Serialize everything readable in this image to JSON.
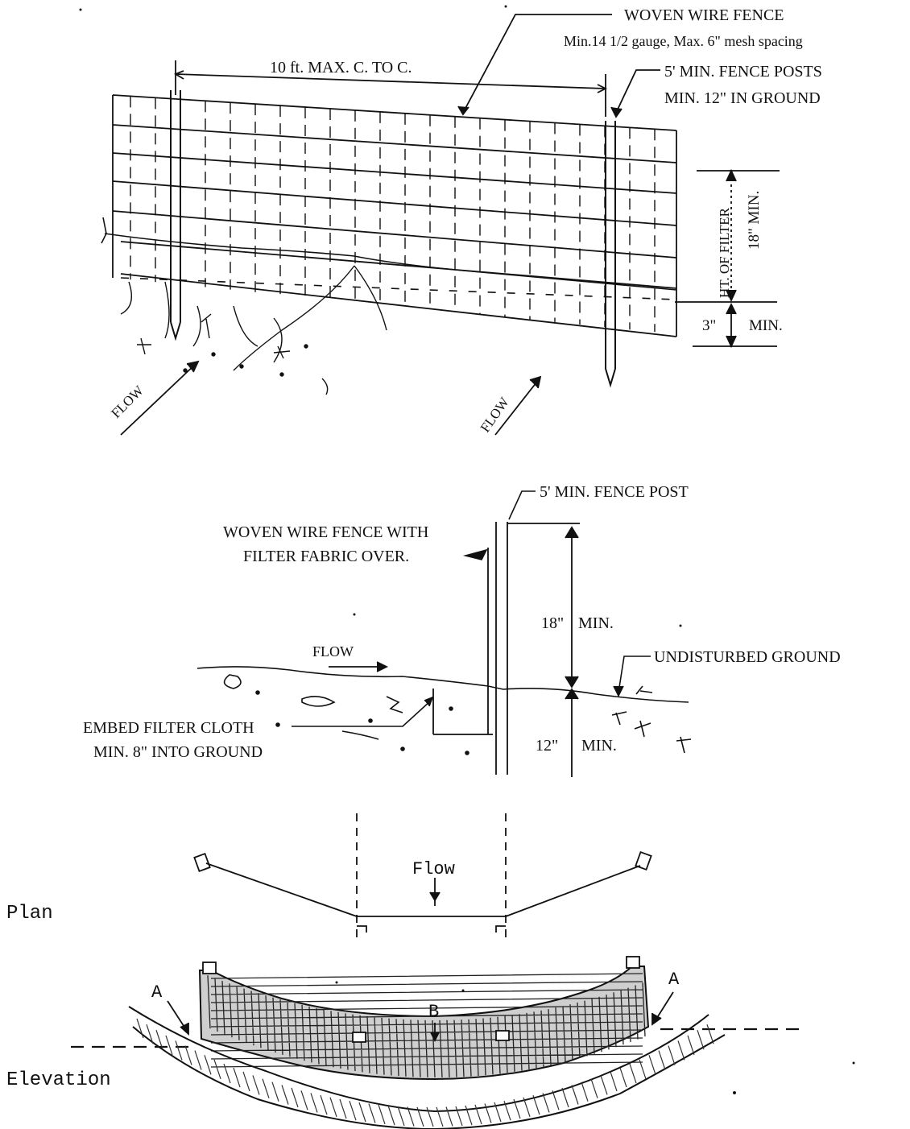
{
  "fence_detail": {
    "woven_wire_fence": "WOVEN WIRE FENCE",
    "mesh_spec": "Min.14 1/2 gauge, Max. 6\" mesh spacing",
    "post_spacing": "10 ft. MAX.  C. TO C.",
    "posts_line1": "5' MIN. FENCE POSTS",
    "posts_line2": "MIN. 12\" IN GROUND",
    "filter_height": "HT. OF FILTER",
    "filter_min": "18\" MIN.",
    "embed_depth": "3\"",
    "embed_min": "MIN.",
    "flow_left": "FLOW",
    "flow_right": "FLOW"
  },
  "section_detail": {
    "post_label": "5' MIN. FENCE POST",
    "fabric_line1": "WOVEN WIRE FENCE WITH",
    "fabric_line2": "FILTER FABRIC OVER.",
    "height_value": "18\"",
    "height_min": "MIN.",
    "flow": "FLOW",
    "undisturbed": "UNDISTURBED GROUND",
    "embed_line1": "EMBED FILTER CLOTH",
    "embed_line2": "MIN. 8\" INTO GROUND",
    "depth_value": "12\"",
    "depth_min": "MIN."
  },
  "plan_elevation": {
    "plan_label": "Plan",
    "flow": "Flow",
    "elevation_label": "Elevation",
    "point_a_left": "A",
    "point_a_right": "A",
    "point_b": "B"
  }
}
